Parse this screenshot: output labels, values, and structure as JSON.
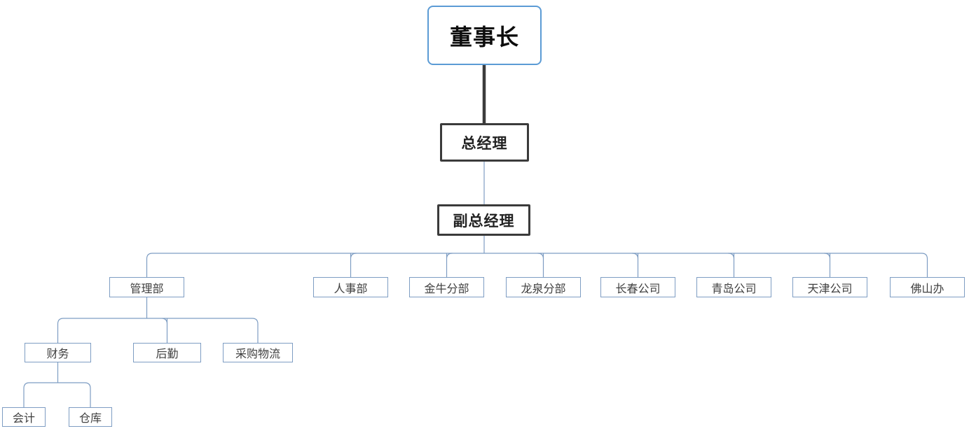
{
  "diagram": {
    "type": "org-chart",
    "chairman": "董事长",
    "general_manager": "总经理",
    "deputy_general_manager": "副总经理",
    "departments": [
      "管理部",
      "人事部",
      "金牛分部",
      "龙泉分部",
      "长春公司",
      "青岛公司",
      "天津公司",
      "佛山办"
    ],
    "management_children": [
      "财务",
      "后勤",
      "采购物流"
    ],
    "finance_children": [
      "会计",
      "仓库"
    ]
  },
  "colors": {
    "root_border": "#5B9BD5",
    "executive_border": "#3B3B3B",
    "node_border": "#7E9DC3",
    "light_connector": "#7E9DC3",
    "trunk_connector": "#3B3B3B",
    "text": "#404040",
    "background": "#FFFFFF"
  }
}
